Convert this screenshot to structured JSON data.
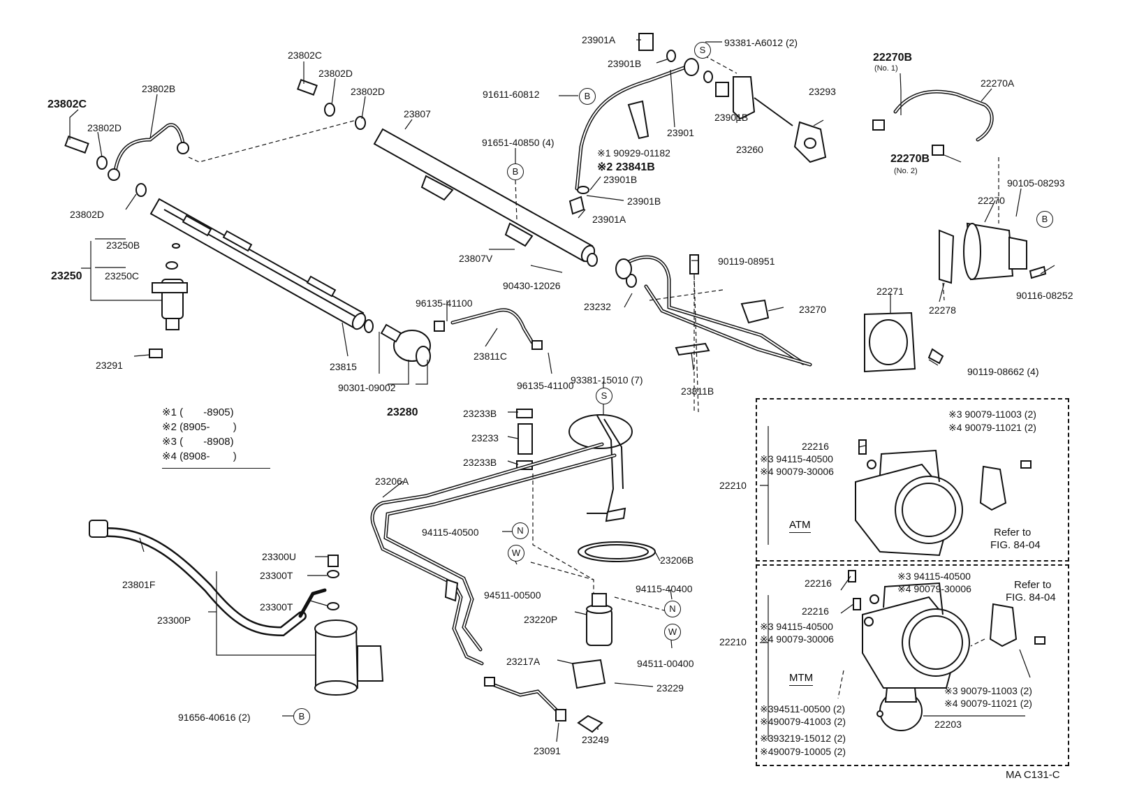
{
  "diagram_code": "MA C131-C",
  "labels": {
    "l23901A_top": "23901A",
    "l93381_A6012": "93381-A6012 (2)",
    "l23901B_1": "23901B",
    "l91611": "91611-60812",
    "l23293": "23293",
    "l22270B_1": "22270B",
    "l22270B_1_sub": "(No. 1)",
    "l22270A": "22270A",
    "l23802C_a": "23802C",
    "l23802D_a": "23802D",
    "l23802D_b": "23802D",
    "l23807": "23807",
    "l23901": "23901",
    "l23901B_2": "23901B",
    "l23260": "23260",
    "l23802C_b": "23802C",
    "l23802B": "23802B",
    "l23802D_c": "23802D",
    "l91651": "91651-40850 (4)",
    "l90929": "90929-01182",
    "l23841B": "23841B",
    "l23901B_3": "23901B",
    "l23901B_4": "23901B",
    "l23901A_2": "23901A",
    "l22270B_2": "22270B",
    "l22270B_2_sub": "(No. 2)",
    "l90105": "90105-08293",
    "l22270": "22270",
    "l23802D_d": "23802D",
    "l23250B": "23250B",
    "l23250": "23250",
    "l23250C": "23250C",
    "l23807V": "23807V",
    "l90430": "90430-12026",
    "l90119_08951": "90119-08951",
    "l90116": "90116-08252",
    "l22271": "22271",
    "l22278": "22278",
    "l96135_a": "96135-41100",
    "l23232": "23232",
    "l23270": "23270",
    "l23811C": "23811C",
    "l23291": "23291",
    "l23815": "23815",
    "l90301": "90301-09002",
    "l96135_b": "96135-41100",
    "l93381_15010": "93381-15010 (7)",
    "l23811B": "23811B",
    "l90119_08662": "90119-08662 (4)",
    "l23280": "23280",
    "l23233B_a": "23233B",
    "l23233": "23233",
    "l23233B_b": "23233B",
    "l23206A": "23206A",
    "l94115_40500": "94115-40500",
    "l23300U": "23300U",
    "l23300T_a": "23300T",
    "l23801F": "23801F",
    "l23300T_b": "23300T",
    "l23300P": "23300P",
    "l94511_00500": "94511-00500",
    "l23206B": "23206B",
    "l94115_40400": "94115-40400",
    "l23220P": "23220P",
    "l94511_00400": "94511-00400",
    "l23217A": "23217A",
    "l23229": "23229",
    "l91656": "91656-40616 (2)",
    "l23091": "23091",
    "l23249": "23249"
  },
  "notes": [
    "※1 (       -8905)",
    "※2 (8905-        )",
    "※3 (       -8908)",
    "※4 (8908-        )"
  ],
  "atm": {
    "title": "ATM",
    "assembly": "22210",
    "screw": "22216",
    "n3_top": "※3 90079-11003 (2)",
    "n4_top": "※4 90079-11021 (2)",
    "n3_nut": "94115-40500",
    "n4_nut": "90079-30006",
    "refer_1": "Refer to",
    "refer_2": "FIG. 84-04"
  },
  "mtm": {
    "title": "MTM",
    "assembly": "22210",
    "screw_a": "22216",
    "screw_b": "22216",
    "n3_nut_a": "94115-40500",
    "n4_nut_a": "90079-30006",
    "n3_nut_b": "94115-40500",
    "n4_nut_b": "90079-30006",
    "refer_1": "Refer to",
    "refer_2": "FIG. 84-04",
    "n3_right": "90079-11003 (2)",
    "n4_right": "90079-11021 (2)",
    "n3_w": "94511-00500 (2)",
    "n4_w": "90079-41003 (2)",
    "n3_b": "93219-15012 (2)",
    "n4_b": "90079-10005 (2)",
    "valve": "22203"
  },
  "mark_prefix": {
    "m1": "※1",
    "m2": "※2",
    "m3": "※3",
    "m4": "※4"
  },
  "symbols": {
    "b": "B",
    "s": "S",
    "n": "N",
    "w": "W"
  }
}
